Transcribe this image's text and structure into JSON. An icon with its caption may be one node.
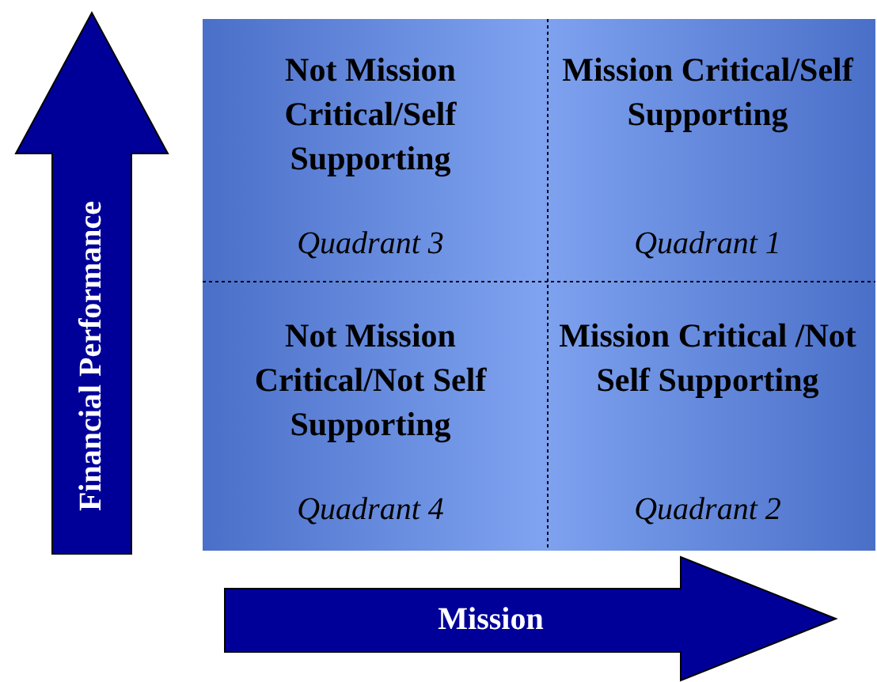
{
  "diagram": {
    "nodes": [
      {
        "text": [
          "Not Mission Critical/Self Supporting",
          "Quadrant 3"
        ]
      },
      {
        "text": [
          "Mission Critical/Self Supporting",
          "Quadrant 1"
        ]
      },
      {
        "text": [
          "Not Mission Critical/Not Self Supporting",
          "Quadrant 4"
        ]
      },
      {
        "text": [
          "Mission Critical /Not Self Supporting",
          "Quadrant 2"
        ]
      }
    ],
    "labels": [
      "Financial Performance",
      "Mission"
    ]
  }
}
